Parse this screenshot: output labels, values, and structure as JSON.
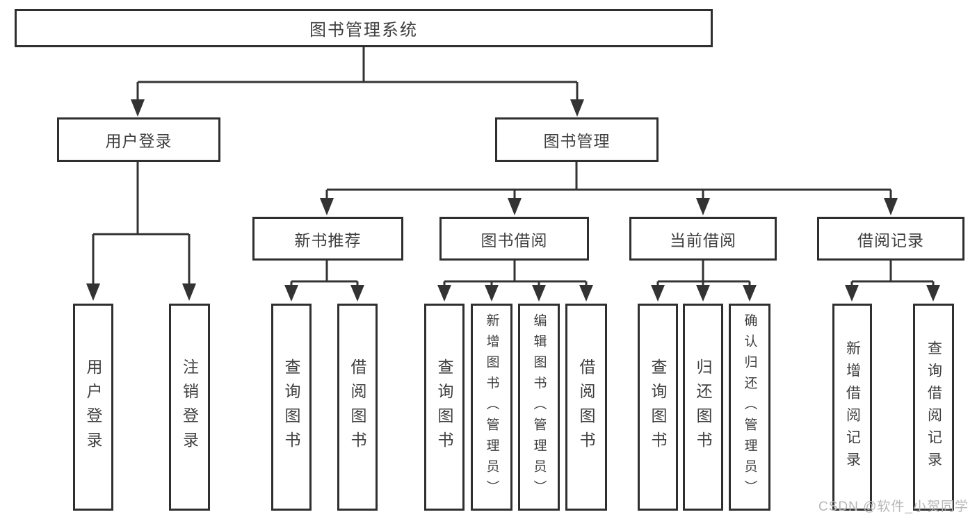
{
  "tree": {
    "root": {
      "label": "图书管理系统"
    },
    "children": [
      {
        "label": "用户登录",
        "children": [
          {
            "label": "用户登录"
          },
          {
            "label": "注销登录"
          }
        ]
      },
      {
        "label": "图书管理",
        "children": [
          {
            "label": "新书推荐",
            "children": [
              {
                "label": "查询图书"
              },
              {
                "label": "借阅图书"
              }
            ]
          },
          {
            "label": "图书借阅",
            "children": [
              {
                "label": "查询图书"
              },
              {
                "label": "新增图书（管理员）"
              },
              {
                "label": "编辑图书（管理员）"
              },
              {
                "label": "借阅图书"
              }
            ]
          },
          {
            "label": "当前借阅",
            "children": [
              {
                "label": "查询图书"
              },
              {
                "label": "归还图书"
              },
              {
                "label": "确认归还（管理员）"
              }
            ]
          },
          {
            "label": "借阅记录",
            "children": [
              {
                "label": "新增借阅记录"
              },
              {
                "label": "查询借阅记录"
              }
            ]
          }
        ]
      }
    ]
  },
  "watermark": {
    "text": "CSDN @软件_小贺同学"
  },
  "colors": {
    "line": "#333333",
    "box_border": "#2f2f2f",
    "label_text": "#3f3f3f",
    "watermark": "#b7b7b7",
    "background": "#ffffff"
  }
}
